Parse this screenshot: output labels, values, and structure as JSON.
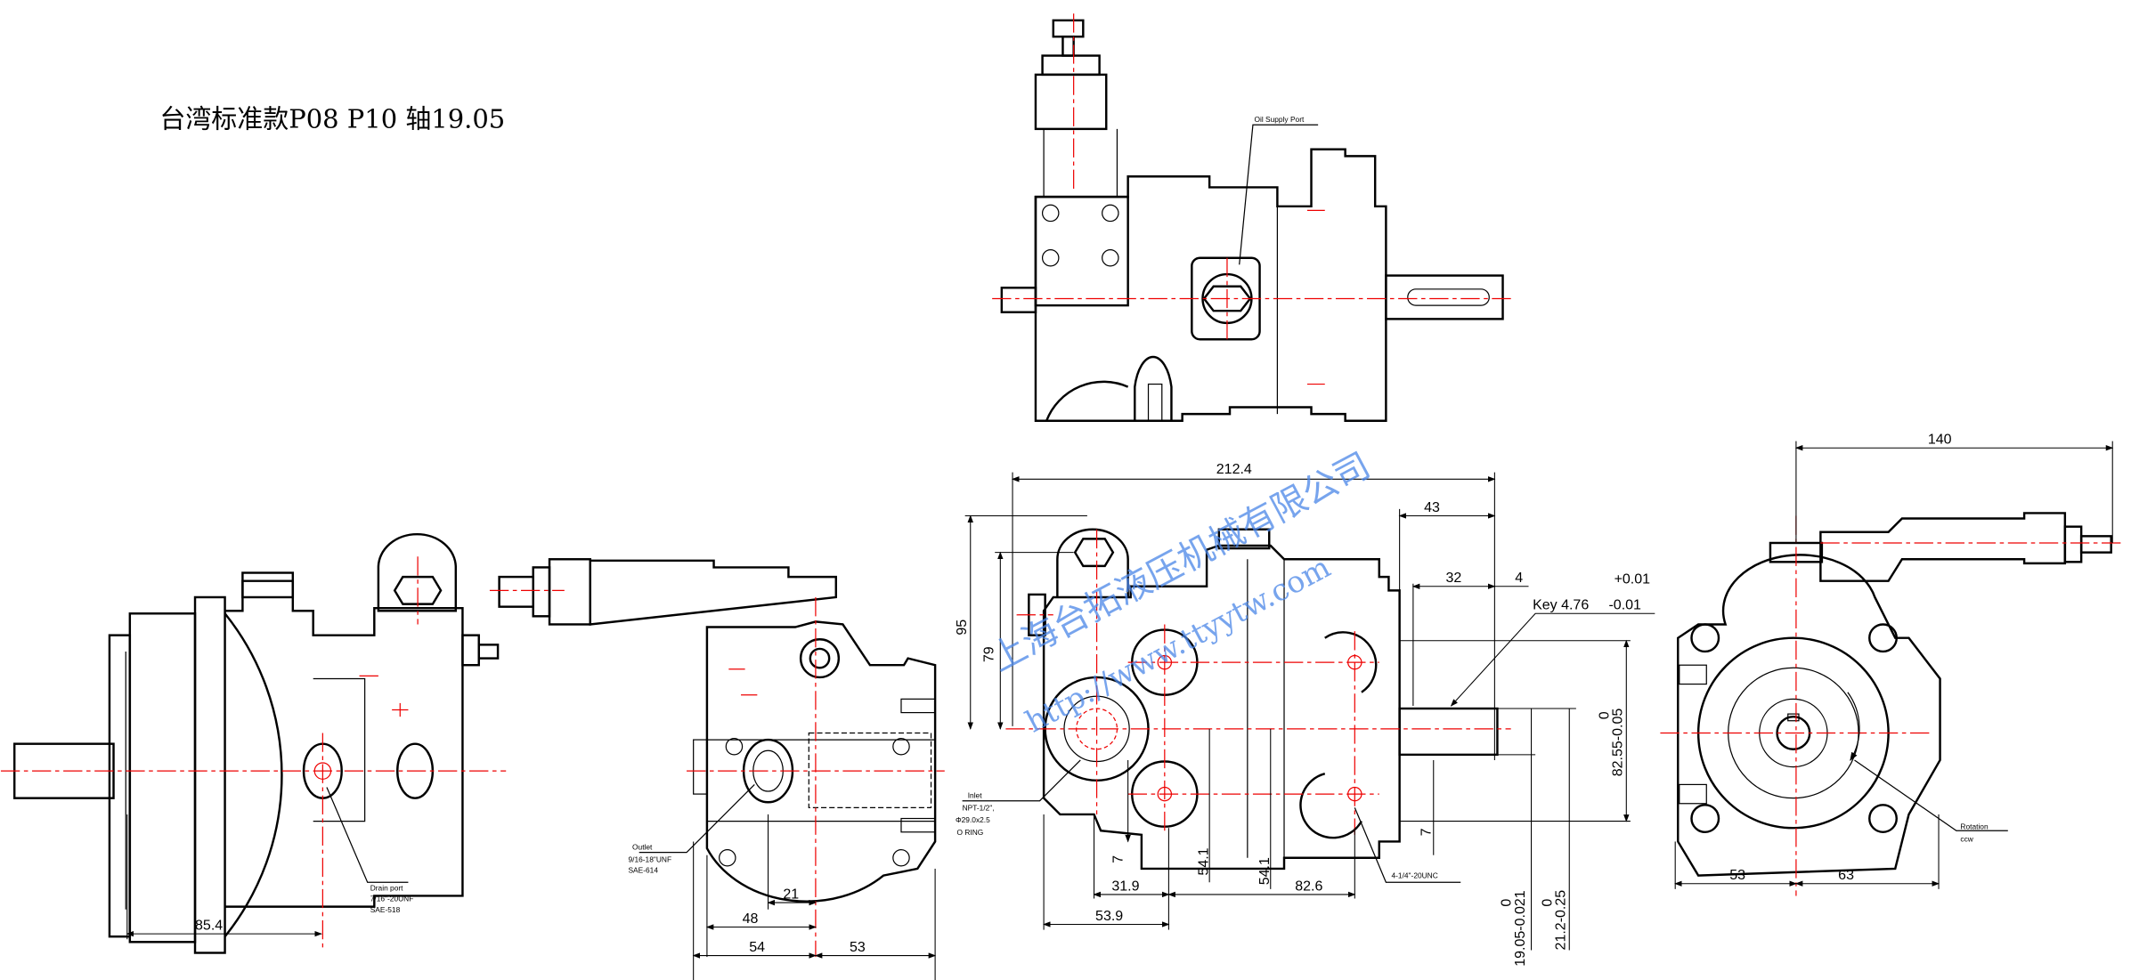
{
  "title": "台湾标准款P08 P10 轴19.05",
  "callouts": {
    "oil_supply_port": "Oil Supply Port",
    "drain_port": {
      "label": "Drain port",
      "thread": "7/16\"-20UNF",
      "spec": "SAE-518"
    },
    "outlet": {
      "label": "Outlet",
      "thread": "9/16-18\"UNF",
      "spec": "SAE-614"
    },
    "inlet": {
      "label": "Inlet",
      "thread": "NPT-1/2\",",
      "oring_size": "Φ29.0x2.5",
      "oring": "O RING"
    },
    "mount_bolts": "4-1/4\"-20UNC",
    "rotation": {
      "label": "Rotation",
      "direction": "ccw"
    }
  },
  "key": {
    "label": "Key 4.76",
    "upper_tol": "+0.01",
    "lower_tol": "-0.01"
  },
  "dimensions": {
    "side_85_4": "85.4",
    "rear_21": "21",
    "rear_48": "48",
    "rear_54": "54",
    "rear_53": "53",
    "front_212_4": "212.4",
    "front_43": "43",
    "front_32": "32",
    "front_4": "4",
    "front_95": "95",
    "front_79": "79",
    "front_82_55": "82.55-0.05",
    "front_82_55_upper": "0",
    "front_7_left": "7",
    "front_54_1_a": "54.1",
    "front_54_1_b": "54.1",
    "front_7_right": "7",
    "front_31_9": "31.9",
    "front_82_6": "82.6",
    "front_53_9": "53.9",
    "shaft_19_05": "19.05-0.021",
    "shaft_19_05_upper": "0",
    "shaft_21_2": "21.2-0.25",
    "shaft_21_2_upper": "0",
    "end_140": "140",
    "end_53": "53",
    "end_63": "63"
  },
  "watermark": {
    "company": "上海台拓液压机械有限公司",
    "url": "http://www.ttyytw.com"
  },
  "colors": {
    "outline": "#000000",
    "centerline": "#ee0000",
    "watermark": "#4a86e8"
  }
}
